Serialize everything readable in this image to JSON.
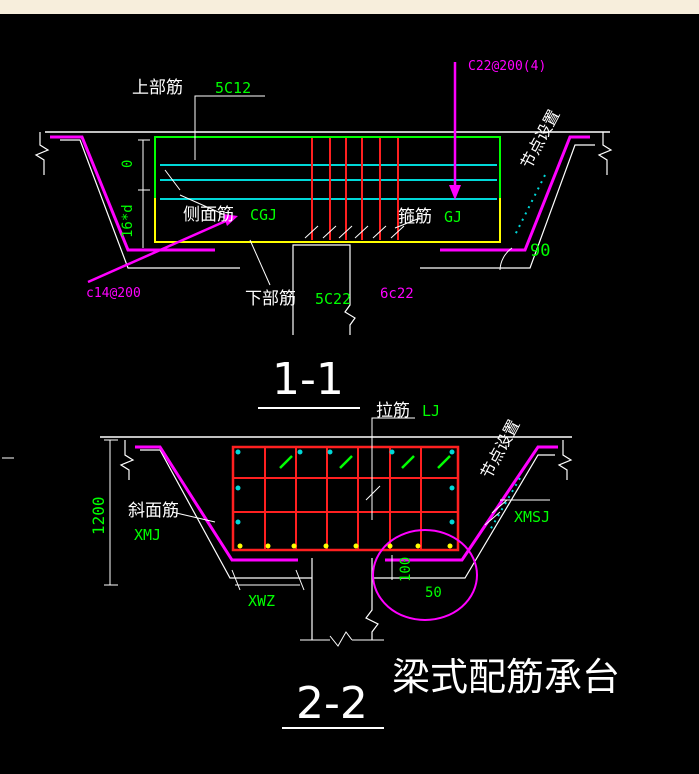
{
  "colors": {
    "white": "#ffffff",
    "green": "#00ff00",
    "cyan": "#00d8d8",
    "red": "#ff2020",
    "yellow": "#ffff00",
    "magenta": "#ff00ff",
    "background": "#000000",
    "topbar": "#f7eedc"
  },
  "section_1_1": {
    "title": "1-1",
    "top_bar_label": "上部筋",
    "top_bar_value": "5C12",
    "stirrup_callout": "C22@200(4)",
    "node_label": "节点设置",
    "dim_zero": "0",
    "dim_16d": "16*d",
    "side_bar_label": "侧面筋",
    "side_bar_value": "CGJ",
    "stirrup_label": "箍筋",
    "stirrup_value": "GJ",
    "angle": "90",
    "side_callout": "c14@200",
    "bottom_bar_label": "下部筋",
    "bottom_bar_value": "5C22",
    "bottom_extra": "6c22"
  },
  "section_2_2": {
    "title": "2-2",
    "tie_label": "拉筋",
    "tie_value": "LJ",
    "node_label": "节点设置",
    "dim_height": "1200",
    "slope_label": "斜面筋",
    "slope_value": "XMJ",
    "right_slope_value": "XMSJ",
    "bottom_value": "XWZ",
    "dim_100": "100",
    "dim_50": "50"
  },
  "caption": "梁式配筋承台"
}
